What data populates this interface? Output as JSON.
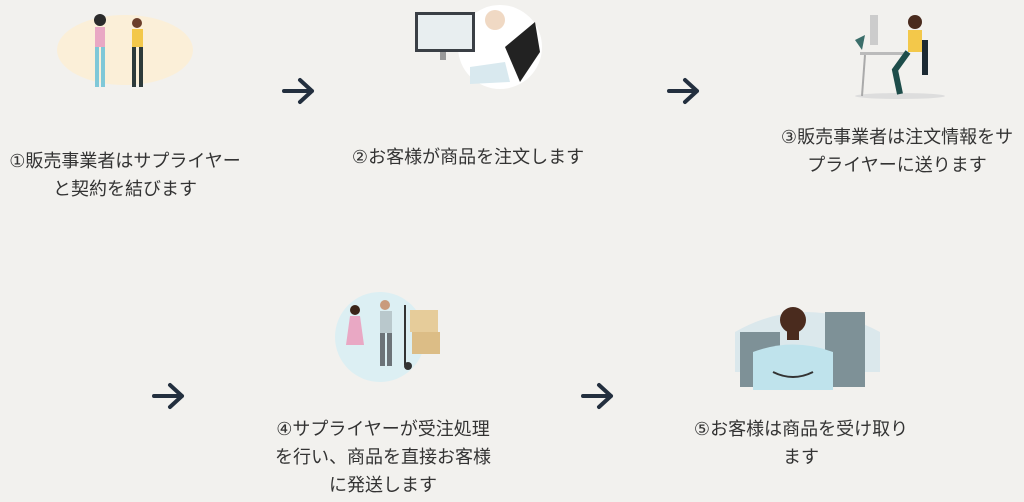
{
  "steps": [
    {
      "lines": [
        "①販売事業者はサプライヤー",
        "と契約を結びます"
      ],
      "icon": "handshake-illustration"
    },
    {
      "lines": [
        "②お客様が商品を注文します"
      ],
      "icon": "online-order-illustration"
    },
    {
      "lines": [
        "③販売事業者は注文情報をサ",
        "プライヤーに送ります"
      ],
      "icon": "desk-worker-illustration"
    },
    {
      "lines": [
        "④サプライヤーが受注処理",
        "を行い、商品を直接お客様",
        "に発送します"
      ],
      "icon": "delivery-illustration"
    },
    {
      "lines": [
        "⑤お客様は商品を受け取り",
        "ます"
      ],
      "icon": "customer-package-illustration"
    }
  ],
  "colors": {
    "background": "#f2f1ee",
    "text": "#333333",
    "arrow": "#232f3e"
  }
}
